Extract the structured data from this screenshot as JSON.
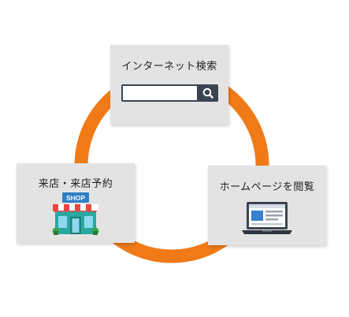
{
  "colors": {
    "ring": "#f07a17",
    "card_bg": "#e3e3e3",
    "search_bar": "#3c4451",
    "shop_sign": "#2e7fc4",
    "awning_red": "#e8463e",
    "store_teal": "#2aa8a2",
    "laptop_frame": "#3c4451",
    "screen_blue": "#3a7fd0"
  },
  "cycle": {
    "steps": [
      {
        "id": "search",
        "label": "インターネット検索",
        "icon": "search-bar-icon"
      },
      {
        "id": "homepage",
        "label": "ホームページを閲覧",
        "icon": "laptop-icon"
      },
      {
        "id": "store",
        "label": "来店・来店予約",
        "icon": "shop-icon"
      }
    ]
  },
  "store": {
    "sign_text": "SHOP"
  }
}
